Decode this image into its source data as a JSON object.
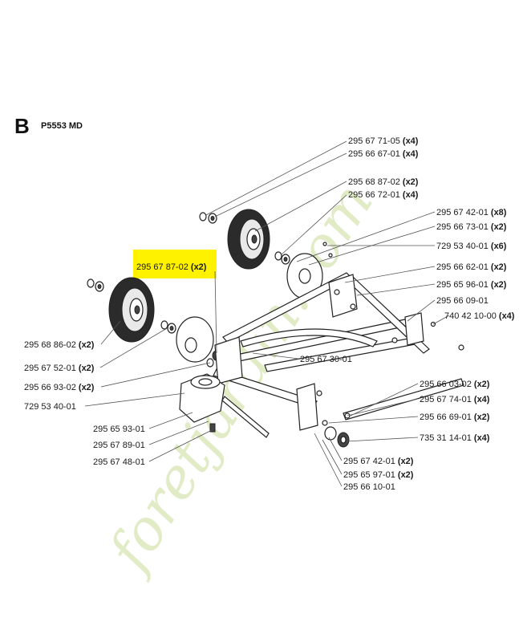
{
  "section": {
    "letter": "B",
    "model": "P5553 MD"
  },
  "highlight_color": "#fff200",
  "watermark": {
    "text": "foretjardin.com"
  },
  "parts": [
    {
      "id": "p1",
      "number": "295 67 71-05",
      "qty": "(x4)"
    },
    {
      "id": "p2",
      "number": "295 66 67-01",
      "qty": "(x4)"
    },
    {
      "id": "p3",
      "number": "295 68 87-02",
      "qty": "(x2)"
    },
    {
      "id": "p4",
      "number": "295 66 72-01",
      "qty": "(x4)"
    },
    {
      "id": "p5",
      "number": "295 67 42-01",
      "qty": "(x8)"
    },
    {
      "id": "p6",
      "number": "295 66 73-01",
      "qty": "(x2)"
    },
    {
      "id": "p7",
      "number": "729 53 40-01",
      "qty": "(x6)"
    },
    {
      "id": "p8",
      "number": "295 66 62-01",
      "qty": "(x2)"
    },
    {
      "id": "p9",
      "number": "295 65 96-01",
      "qty": "(x2)"
    },
    {
      "id": "p10",
      "number": "295 66 09-01",
      "qty": ""
    },
    {
      "id": "p11",
      "number": "740 42 10-00",
      "qty": "(x4)"
    },
    {
      "id": "p12",
      "number": "295 67 87-02",
      "qty": "(x2)"
    },
    {
      "id": "p13",
      "number": "295 68 86-02",
      "qty": "(x2)"
    },
    {
      "id": "p14",
      "number": "295 67 52-01",
      "qty": "(x2)"
    },
    {
      "id": "p15",
      "number": "295 67 30-01",
      "qty": ""
    },
    {
      "id": "p16",
      "number": "295 66 93-02",
      "qty": "(x2)"
    },
    {
      "id": "p17",
      "number": "729 53 40-01",
      "qty": ""
    },
    {
      "id": "p18",
      "number": "295 66 03-02",
      "qty": "(x2)"
    },
    {
      "id": "p19",
      "number": "295 67 74-01",
      "qty": "(x4)"
    },
    {
      "id": "p20",
      "number": "295 66 69-01",
      "qty": "(x2)"
    },
    {
      "id": "p21",
      "number": "295 65 93-01",
      "qty": ""
    },
    {
      "id": "p22",
      "number": "735 31 14-01",
      "qty": "(x4)"
    },
    {
      "id": "p23",
      "number": "295 67 89-01",
      "qty": ""
    },
    {
      "id": "p24",
      "number": "295 67 48-01",
      "qty": ""
    },
    {
      "id": "p25",
      "number": "295 67 42-01",
      "qty": "(x2)"
    },
    {
      "id": "p26",
      "number": "295 65 97-01",
      "qty": "(x2)"
    },
    {
      "id": "p27",
      "number": "295 66 10-01",
      "qty": ""
    }
  ]
}
